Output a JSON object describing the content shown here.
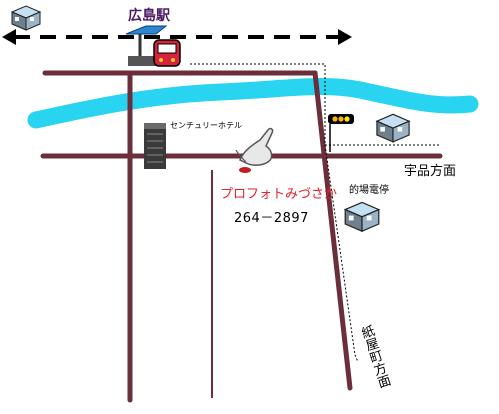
{
  "map": {
    "station": {
      "label": "広島駅",
      "icon": "train-station-icon"
    },
    "hotel": {
      "label": "センチュリーホテル",
      "icon": "hotel-building-icon"
    },
    "shop": {
      "name": "プロフォトみづさか",
      "phone": "264－2897",
      "icon": "pointing-hand-icon"
    },
    "tram_stop": {
      "label": "的場電停",
      "icon": "tram-icon"
    },
    "directions": {
      "ujina": "宇品方面",
      "kamiya": "紙屋町方面"
    },
    "icons": [
      "tram-icon",
      "traffic-signal-icon",
      "double-arrow-icon"
    ],
    "colors": {
      "road": "#6b2e3a",
      "river": "#29d4f0",
      "label_shop": "#e2242b",
      "label_station": "#4b1b63"
    }
  }
}
